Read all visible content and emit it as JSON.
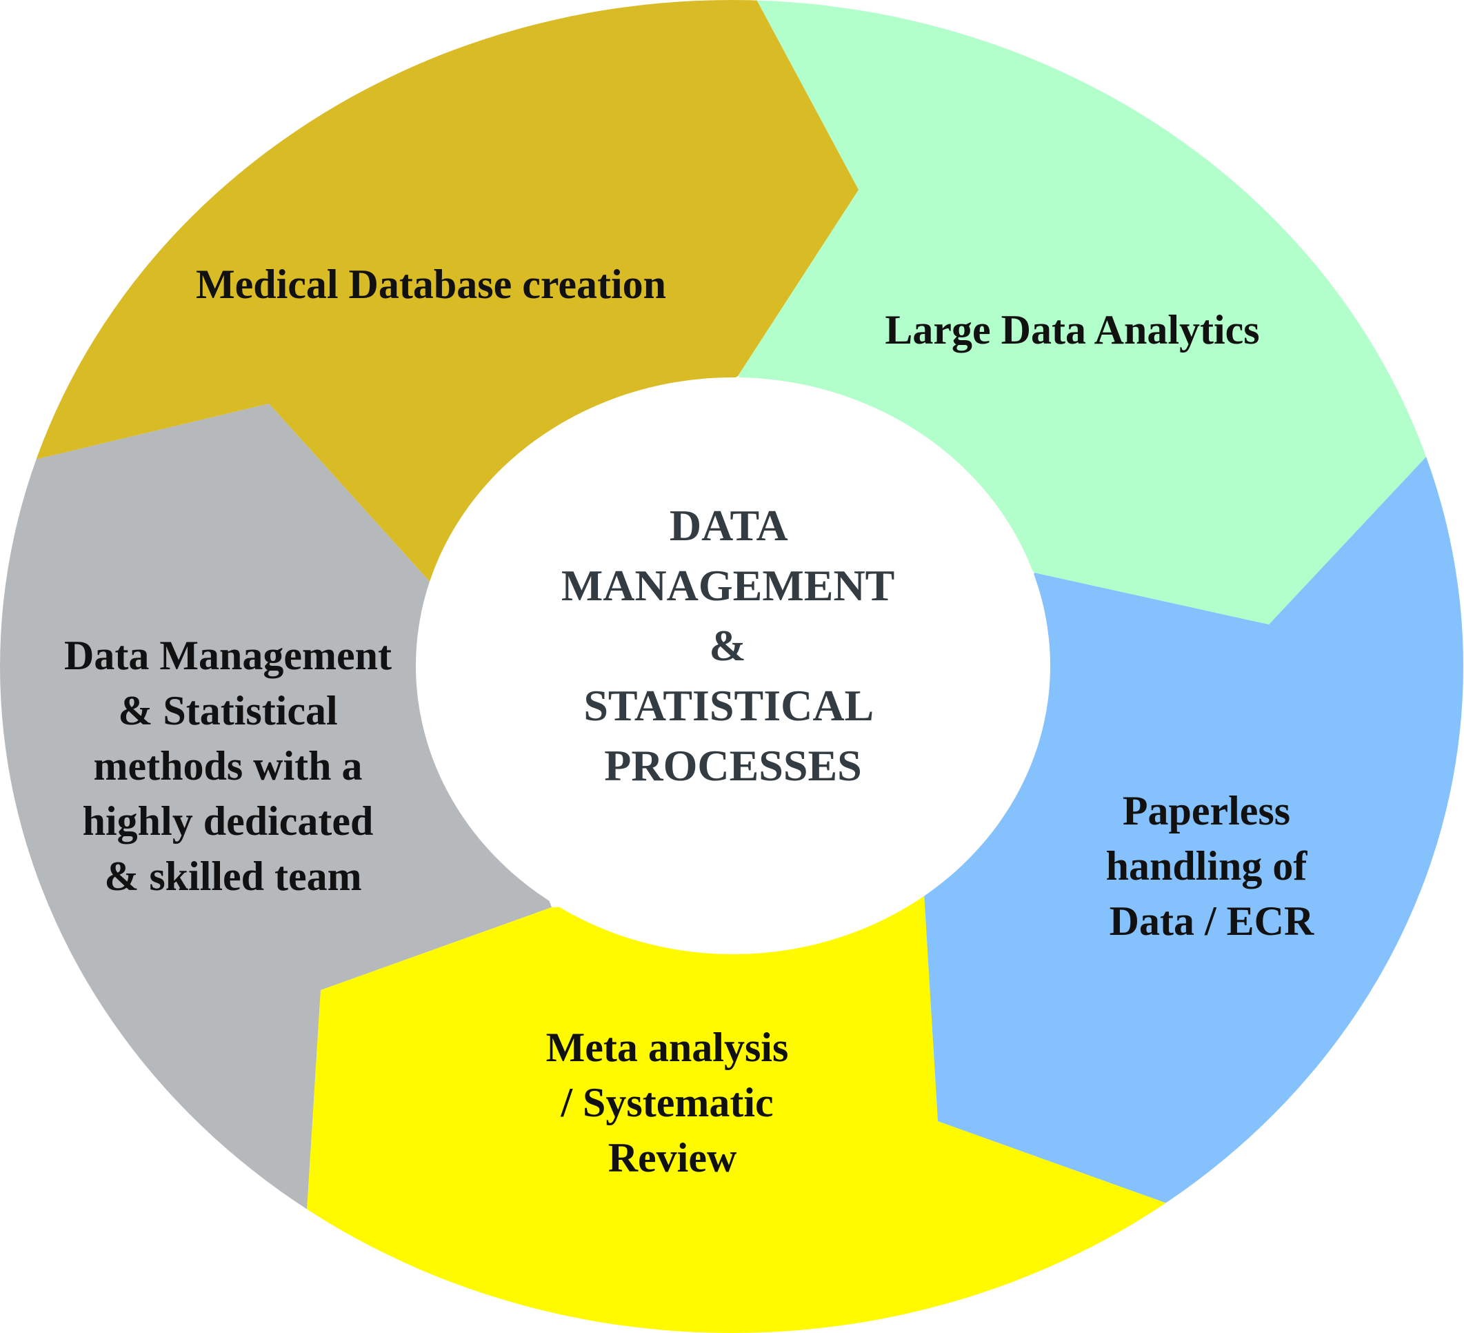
{
  "center": {
    "lines": [
      "DATA",
      "MANAGEMENT",
      "&",
      "STATISTICAL",
      "PROCESSES"
    ],
    "fill": "#ffffff",
    "text_color": "#333c42"
  },
  "segments": [
    {
      "id": "medical-database-creation",
      "lines": [
        "Medical Database creation"
      ],
      "color": "#d9bb26"
    },
    {
      "id": "large-data-analytics",
      "lines": [
        "Large Data Analytics"
      ],
      "color": "#b3ffcc"
    },
    {
      "id": "paperless-handling",
      "lines": [
        "Paperless",
        "handling of",
        "Data / ECR"
      ],
      "color": "#85c2fd"
    },
    {
      "id": "meta-analysis",
      "lines": [
        "Meta analysis",
        "/ Systematic",
        "Review"
      ],
      "color": "#fffa00"
    },
    {
      "id": "data-management-team",
      "lines": [
        "Data Management",
        "& Statistical",
        "methods with a",
        "highly dedicated",
        "& skilled team"
      ],
      "color": "#b6b9bc"
    }
  ]
}
